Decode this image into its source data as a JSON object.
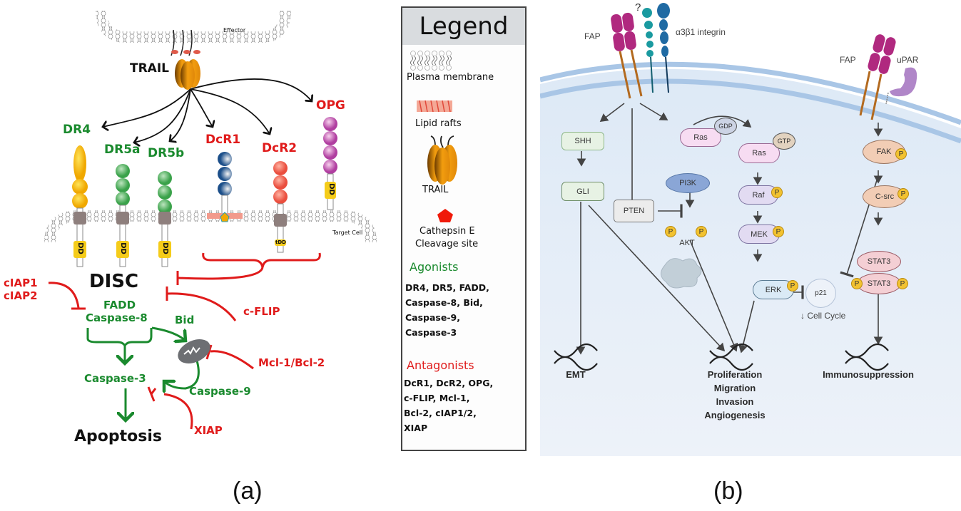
{
  "panel_a": {
    "effector_label": "Effector",
    "target_cell_label": "Target Cell",
    "trail_label": "TRAIL",
    "receptors": [
      {
        "name": "DR4",
        "role": "agonist"
      },
      {
        "name": "DR5a",
        "role": "agonist"
      },
      {
        "name": "DR5b",
        "role": "agonist"
      },
      {
        "name": "DcR1",
        "role": "antagonist"
      },
      {
        "name": "DcR2",
        "role": "antagonist"
      },
      {
        "name": "OPG",
        "role": "antagonist"
      }
    ],
    "dd_label": "DD",
    "tdd_label": "tDD",
    "disc_label": "DISC",
    "fadd_label": "FADD",
    "caspase8_label": "Caspase-8",
    "bid_label": "Bid",
    "caspase3_label": "Caspase-3",
    "caspase9_label": "Caspase-9",
    "apoptosis_label": "Apoptosis",
    "ciap1_label": "cIAP1",
    "ciap2_label": "cIAP2",
    "cflip_label": "c-FLIP",
    "mcl_label": "Mcl-1/Bcl-2",
    "xiap_label": "XIAP",
    "colors": {
      "agonist": "#1a8a2e",
      "antagonist": "#e01b1b"
    }
  },
  "legend": {
    "title": "Legend",
    "plasma_membrane": "Plasma membrane",
    "lipid_rafts": "Lipid rafts",
    "trail": "TRAIL",
    "cathepsin_line1": "Cathepsin E",
    "cathepsin_line2": "Cleavage site",
    "agonists_title": "Agonists",
    "agonists_lines": [
      "DR4, DR5, FADD,",
      "Caspase-8, Bid,",
      "Caspase-9,",
      "Caspase-3"
    ],
    "antagonists_title": "Antagonists",
    "antagonists_lines": [
      "DcR1, DcR2, OPG,",
      "c-FLIP, Mcl-1,",
      "Bcl-2, cIAP1/2,",
      "XIAP"
    ]
  },
  "panel_b": {
    "fap_left": "FAP",
    "question_mark": "?",
    "integrin_label": "α3β1 integrin",
    "fap_right": "FAP",
    "upar_label": "uPAR",
    "nodes": {
      "shh": "SHH",
      "gli": "GLI",
      "pten": "PTEN",
      "pi3k": "PI3K",
      "akt": "AKT",
      "ras_gdp": "Ras",
      "gdp": "GDP",
      "ras_gtp": "Ras",
      "gtp": "GTP",
      "raf": "Raf",
      "mek": "MEK",
      "erk": "ERK",
      "p21": "p21",
      "fak": "FAK",
      "csrc": "C-src",
      "stat3_top": "STAT3",
      "stat3_bottom": "STAT3"
    },
    "phospho_label": "P",
    "cell_cycle_label": "↓ Cell Cycle",
    "outcomes": {
      "emt": "EMT",
      "center": [
        "Proliferation",
        "Migration",
        "Invasion",
        "Angiogenesis"
      ],
      "immuno": "Immunosuppression"
    }
  },
  "captions": {
    "a": "(a)",
    "b": "(b)"
  }
}
